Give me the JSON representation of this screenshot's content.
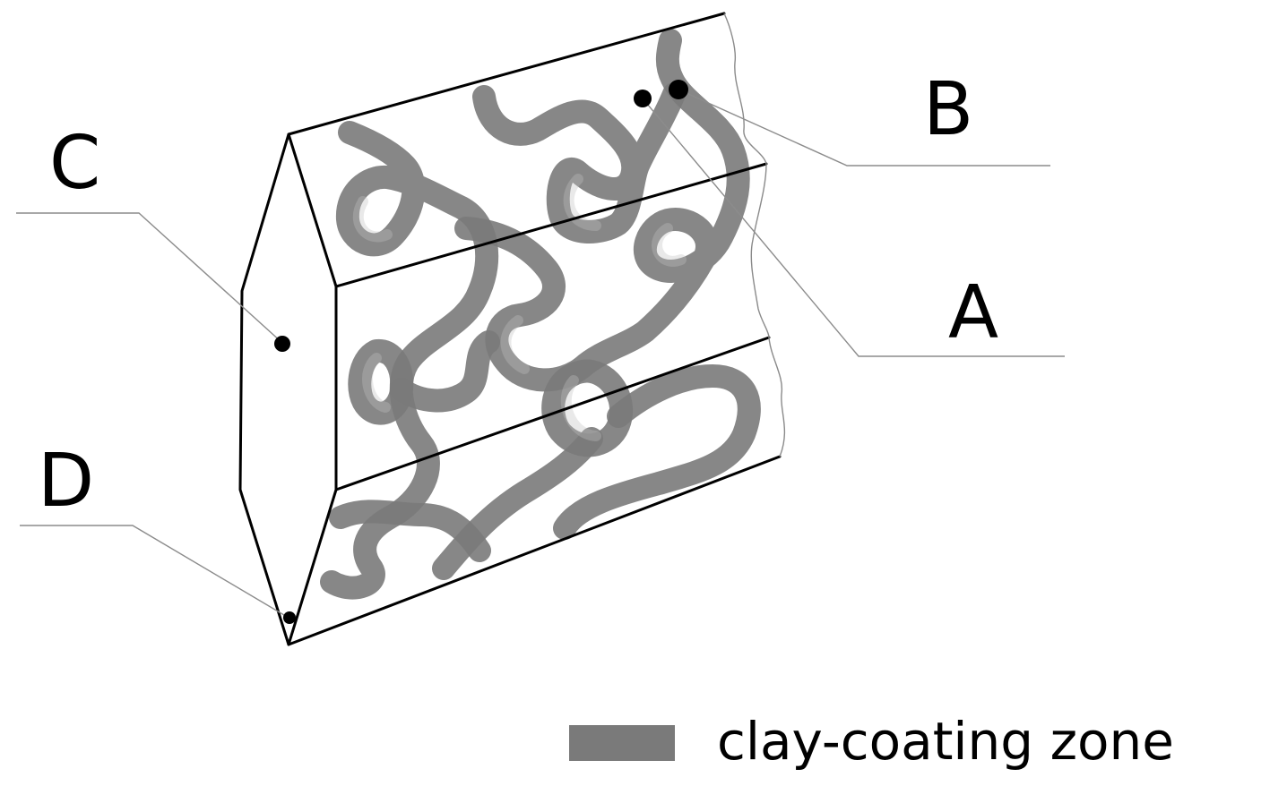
{
  "labels": {
    "a": "A",
    "b": "B",
    "c": "C",
    "d": "D"
  },
  "legend": {
    "label": "clay-coating zone"
  },
  "colors": {
    "clay": "#7a7a7a",
    "outline": "#000000",
    "leader": "#8c8c8c"
  }
}
